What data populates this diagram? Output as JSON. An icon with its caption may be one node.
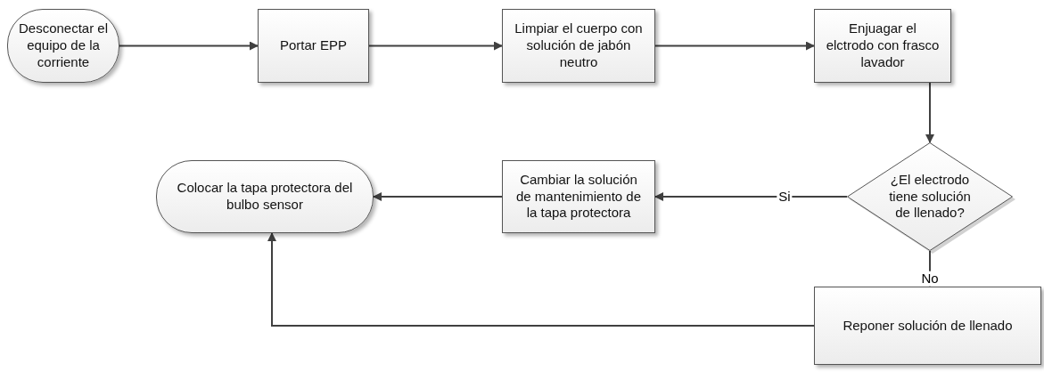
{
  "diagram": {
    "nodes": [
      {
        "text": [
          "Desconectar el equipo de la corriente"
        ]
      },
      {
        "text": [
          "Portar EPP"
        ]
      },
      {
        "text": [
          "Limpiar el cuerpo con solución de jabón neutro"
        ]
      },
      {
        "text": [
          "Enjuagar el elctrodo con frasco lavador"
        ]
      },
      {
        "text": [
          "¿El electrodo tiene solución de llenado?"
        ]
      },
      {
        "text": [
          "Cambiar la solución de mantenimiento de la tapa protectora"
        ]
      },
      {
        "text": [
          "Colocar la tapa protectora del bulbo sensor"
        ]
      },
      {
        "text": [
          "Reponer solución de llenado"
        ]
      }
    ],
    "edges": [
      {
        "from": 0,
        "to": 1,
        "arrow": "to"
      },
      {
        "from": 1,
        "to": 2,
        "arrow": "to"
      },
      {
        "from": 2,
        "to": 3,
        "arrow": "to"
      },
      {
        "from": 3,
        "to": 4,
        "arrow": "to"
      },
      {
        "from": 4,
        "to": 5,
        "arrow": "to",
        "label": "Si"
      },
      {
        "from": 5,
        "to": 6,
        "arrow": "to"
      },
      {
        "from": 4,
        "to": 7,
        "arrow": "to",
        "label": "No"
      },
      {
        "from": 7,
        "to": 6,
        "arrow": "to"
      }
    ]
  }
}
